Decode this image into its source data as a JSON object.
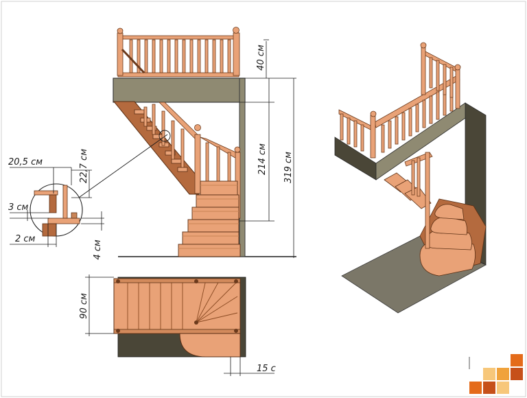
{
  "drawing": {
    "labels": {
      "h_40": "40 см",
      "h_214": "214 см",
      "h_319": "319 см",
      "d_20_5": "20,5 см",
      "d_22_7": "22,7 см",
      "d_3": "3 см",
      "d_2": "2 см",
      "d_4": "4 см",
      "w_90": "90 см",
      "w_15": "15 с"
    },
    "colors": {
      "wood": "#e9a277",
      "wood_dark": "#b46a3e",
      "wall": "#8f8a72",
      "wall_dark": "#4a4637",
      "floor": "#7b7768",
      "line": "#1a1a1a",
      "logo": [
        "#e46b1a",
        "#f0a23c",
        "#c6501a",
        "#f7c77a"
      ]
    }
  }
}
